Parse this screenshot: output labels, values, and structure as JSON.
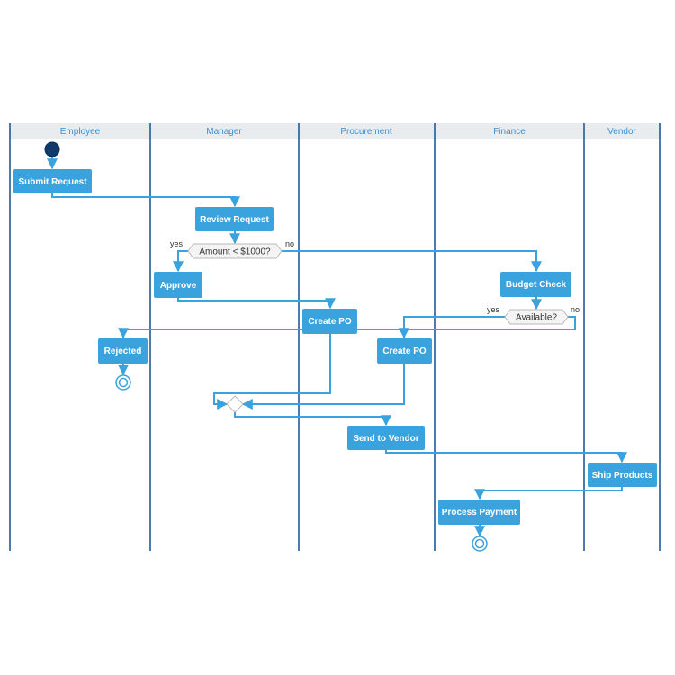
{
  "lanes": [
    "Employee",
    "Manager",
    "Procurement",
    "Finance",
    "Vendor"
  ],
  "actions": {
    "submit_request": "Submit Request",
    "review_request": "Review Request",
    "approve": "Approve",
    "budget_check": "Budget Check",
    "create_po_procurement": "Create PO",
    "rejected": "Rejected",
    "create_po_finance": "Create PO",
    "send_to_vendor": "Send to Vendor",
    "ship_products": "Ship Products",
    "process_payment": "Process Payment"
  },
  "decisions": {
    "amount": "Amount < $1000?",
    "available": "Available?"
  },
  "guards": {
    "amount_yes": "yes",
    "amount_no": "no",
    "available_yes": "yes",
    "available_no": "no"
  },
  "colors": {
    "action_fill": "#3aa3dd",
    "flow": "#3aa3dd",
    "lane_line": "#1f5b99",
    "lane_header_bg": "#e8ecef",
    "lane_header_text": "#3d8fcf",
    "initial_node": "#0f3a6b",
    "decision_fill": "#f4f4f4"
  }
}
